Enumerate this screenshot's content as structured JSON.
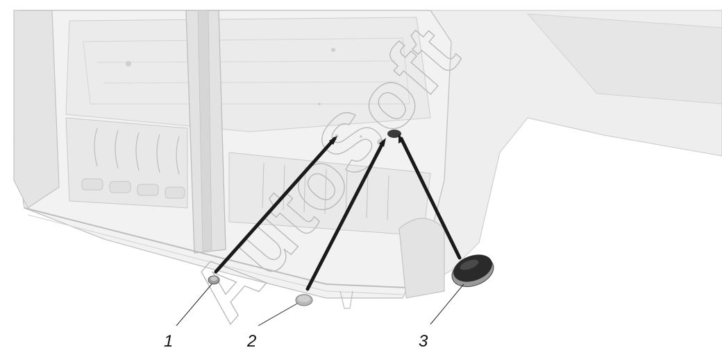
{
  "callouts": [
    {
      "id": "1",
      "label": "1"
    },
    {
      "id": "2",
      "label": "2"
    },
    {
      "id": "3",
      "label": "3"
    }
  ],
  "watermark": "AutoSoft",
  "colors": {
    "background": "#ffffff",
    "body_panel": "#ececec",
    "body_edge": "#c9c9c9",
    "arrow": "#1a1a1a",
    "plug_dark": "#222222",
    "plug_grey": "#b8b8b8"
  }
}
